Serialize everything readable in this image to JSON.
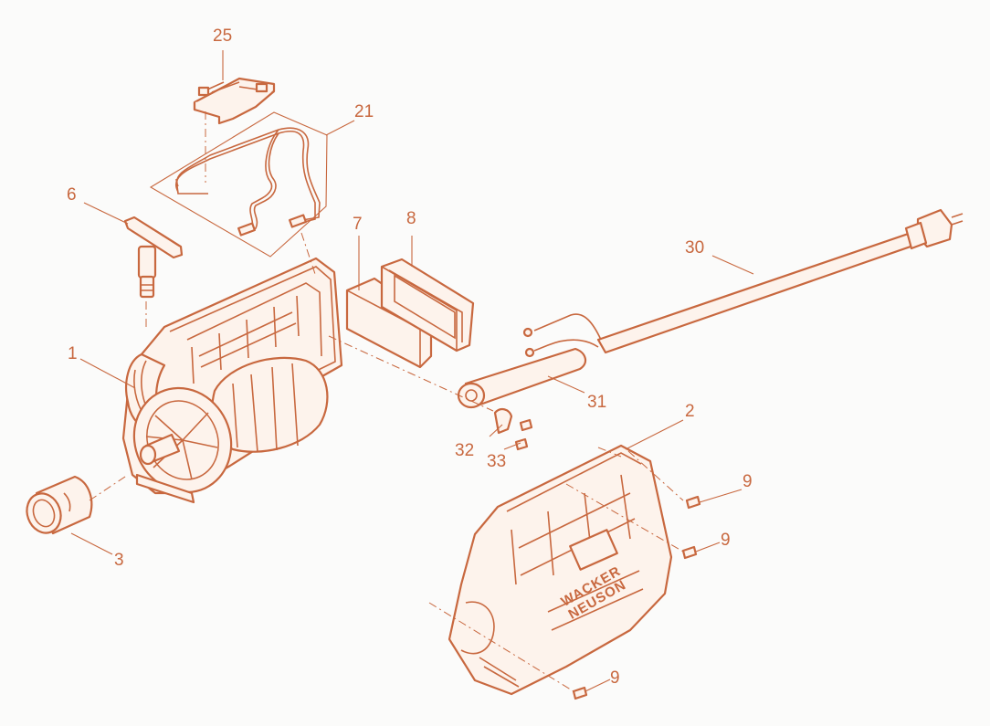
{
  "colors": {
    "accent": "#c8683f",
    "background": "#fbfbfa",
    "line": "#c8683f"
  },
  "brand_marking": "WACKER NEUSON",
  "callouts": [
    {
      "id": "c25",
      "text": "25"
    },
    {
      "id": "c21",
      "text": "21"
    },
    {
      "id": "c6",
      "text": "6"
    },
    {
      "id": "c7",
      "text": "7"
    },
    {
      "id": "c8",
      "text": "8"
    },
    {
      "id": "c30",
      "text": "30"
    },
    {
      "id": "c1",
      "text": "1"
    },
    {
      "id": "c31",
      "text": "31"
    },
    {
      "id": "c2",
      "text": "2"
    },
    {
      "id": "c32",
      "text": "32"
    },
    {
      "id": "c33",
      "text": "33"
    },
    {
      "id": "c9a",
      "text": "9"
    },
    {
      "id": "c9b",
      "text": "9"
    },
    {
      "id": "c3",
      "text": "3"
    },
    {
      "id": "c9c",
      "text": "9"
    }
  ]
}
